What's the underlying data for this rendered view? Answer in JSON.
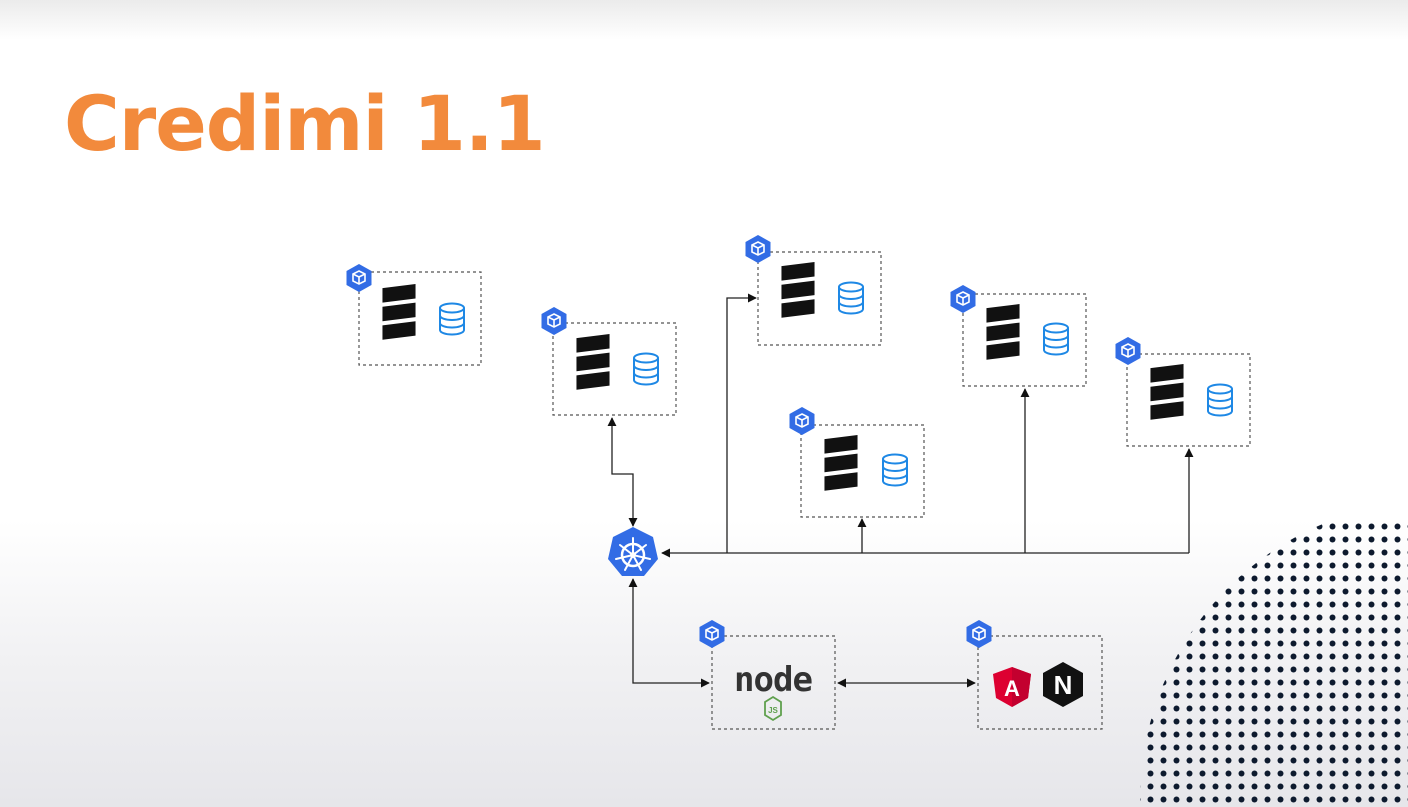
{
  "slide": {
    "title": "Credimi 1.1"
  },
  "diagram": {
    "pods": [
      {
        "id": "pod-db-1",
        "icons": [
          "elasticsearch-icon",
          "database-icon"
        ]
      },
      {
        "id": "pod-db-2",
        "icons": [
          "elasticsearch-icon",
          "database-icon"
        ]
      },
      {
        "id": "pod-db-3",
        "icons": [
          "elasticsearch-icon",
          "database-icon"
        ]
      },
      {
        "id": "pod-db-4",
        "icons": [
          "elasticsearch-icon",
          "database-icon"
        ]
      },
      {
        "id": "pod-db-5",
        "icons": [
          "elasticsearch-icon",
          "database-icon"
        ]
      },
      {
        "id": "pod-db-6",
        "icons": [
          "elasticsearch-icon",
          "database-icon"
        ]
      },
      {
        "id": "pod-nodejs",
        "icons": [
          "nodejs-icon"
        ]
      },
      {
        "id": "pod-frontend",
        "icons": [
          "angular-icon",
          "nginx-icon"
        ]
      }
    ],
    "hub_icon": "kubernetes-helm-icon",
    "nodejs_logo_text": "node",
    "nodejs_badge_text": "JS",
    "angular_letter": "A",
    "nginx_letter": "N",
    "colors": {
      "title": "#f28a3c",
      "kube_blue": "#326ce5",
      "db_blue": "#1e88e5",
      "angular_red": "#dd0031",
      "node_green": "#5fa04e"
    }
  }
}
